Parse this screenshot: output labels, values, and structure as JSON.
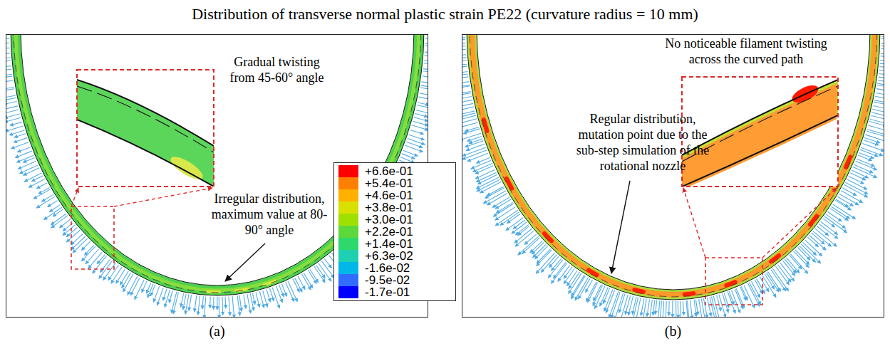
{
  "diagram": {
    "title": "Distribution of transverse normal plastic strain PE22 (curvature radius = 10 mm)",
    "nodes": [
      {
        "text": [
          "(a)"
        ]
      },
      {
        "text": [
          "(b)"
        ]
      }
    ],
    "labels": [
      "Gradual twisting from 45-60° angle",
      "Irregular distribution, maximum value at 80-90° angle",
      "No noticeable filament twisting across the curved path",
      "Regular distribution, mutation point due to the sub-step simulation of the rotational nozzle"
    ],
    "legend": [
      {
        "text": "+6.6e-01",
        "color": "#ff0000"
      },
      {
        "text": "+5.4e-01",
        "color": "#ff7f00"
      },
      {
        "text": "+4.6e-01",
        "color": "#ffb000"
      },
      {
        "text": "+3.8e-01",
        "color": "#d8e000"
      },
      {
        "text": "+3.0e-01",
        "color": "#a0e000"
      },
      {
        "text": "+2.2e-01",
        "color": "#5cd83a"
      },
      {
        "text": "+1.4e-01",
        "color": "#2ed86a"
      },
      {
        "text": "+6.3e-02",
        "color": "#1fd0b0"
      },
      {
        "text": "-1.6e-02",
        "color": "#00b8e8"
      },
      {
        "text": "-9.5e-02",
        "color": "#2f6cff"
      },
      {
        "text": "-1.7e-01",
        "color": "#0000ff"
      }
    ]
  }
}
